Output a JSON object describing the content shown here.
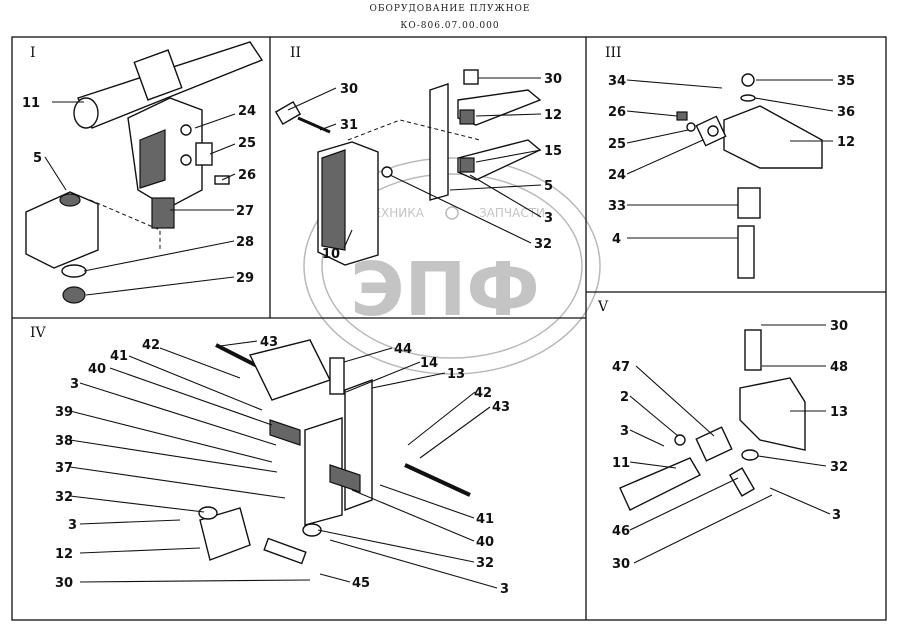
{
  "header": {
    "title": "ОБОРУДОВАНИЕ ПЛУЖНОЕ",
    "code": "КО-806.07.00.000"
  },
  "watermark": {
    "big": "ЭПФ",
    "small_left": "ТЕХНИКА",
    "small_right": "ЗАПЧАСТИ"
  },
  "panels": [
    {
      "id": "I",
      "label": "I",
      "callouts": [
        "11",
        "5",
        "24",
        "25",
        "26",
        "27",
        "28",
        "29"
      ]
    },
    {
      "id": "II",
      "label": "II",
      "callouts": [
        "30",
        "31",
        "30",
        "12",
        "15",
        "5",
        "3",
        "10",
        "32"
      ]
    },
    {
      "id": "III",
      "label": "III",
      "callouts": [
        "34",
        "35",
        "26",
        "36",
        "25",
        "12",
        "24",
        "33",
        "4"
      ]
    },
    {
      "id": "IV",
      "label": "IV",
      "callouts": [
        "43",
        "42",
        "44",
        "14",
        "41",
        "13",
        "40",
        "3",
        "42",
        "43",
        "39",
        "38",
        "37",
        "32",
        "41",
        "3",
        "40",
        "12",
        "32",
        "30",
        "45",
        "3"
      ]
    },
    {
      "id": "V",
      "label": "V",
      "callouts": [
        "30",
        "48",
        "47",
        "2",
        "13",
        "3",
        "11",
        "32",
        "46",
        "3",
        "30"
      ]
    }
  ]
}
